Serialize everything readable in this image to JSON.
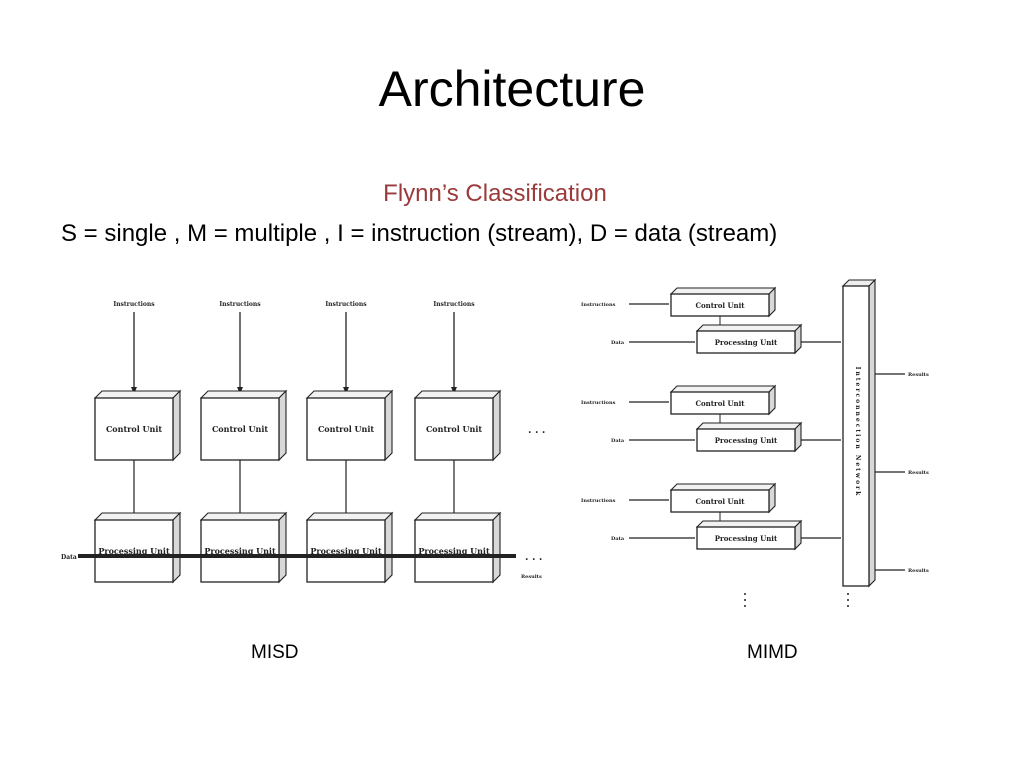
{
  "slide": {
    "title": "Architecture",
    "subtitle": "Flynn’s Classification",
    "definitions": "S = single , M = multiple , I = instruction (stream), D = data (stream)"
  },
  "misd": {
    "caption": "MISD",
    "instructions_label": "Instructions",
    "control_unit_label": "Control Unit",
    "processing_unit_label": "Processing Unit",
    "data_label": "Data",
    "results_label": "Results",
    "ellipsis": ". . .",
    "columns": 4
  },
  "mimd": {
    "caption": "MIMD",
    "instructions_label": "Instructions",
    "control_unit_label": "Control Unit",
    "processing_unit_label": "Processing Unit",
    "data_label": "Data",
    "results_label": "Results",
    "interconnect_label": "Interconnection Network",
    "units": 3
  }
}
